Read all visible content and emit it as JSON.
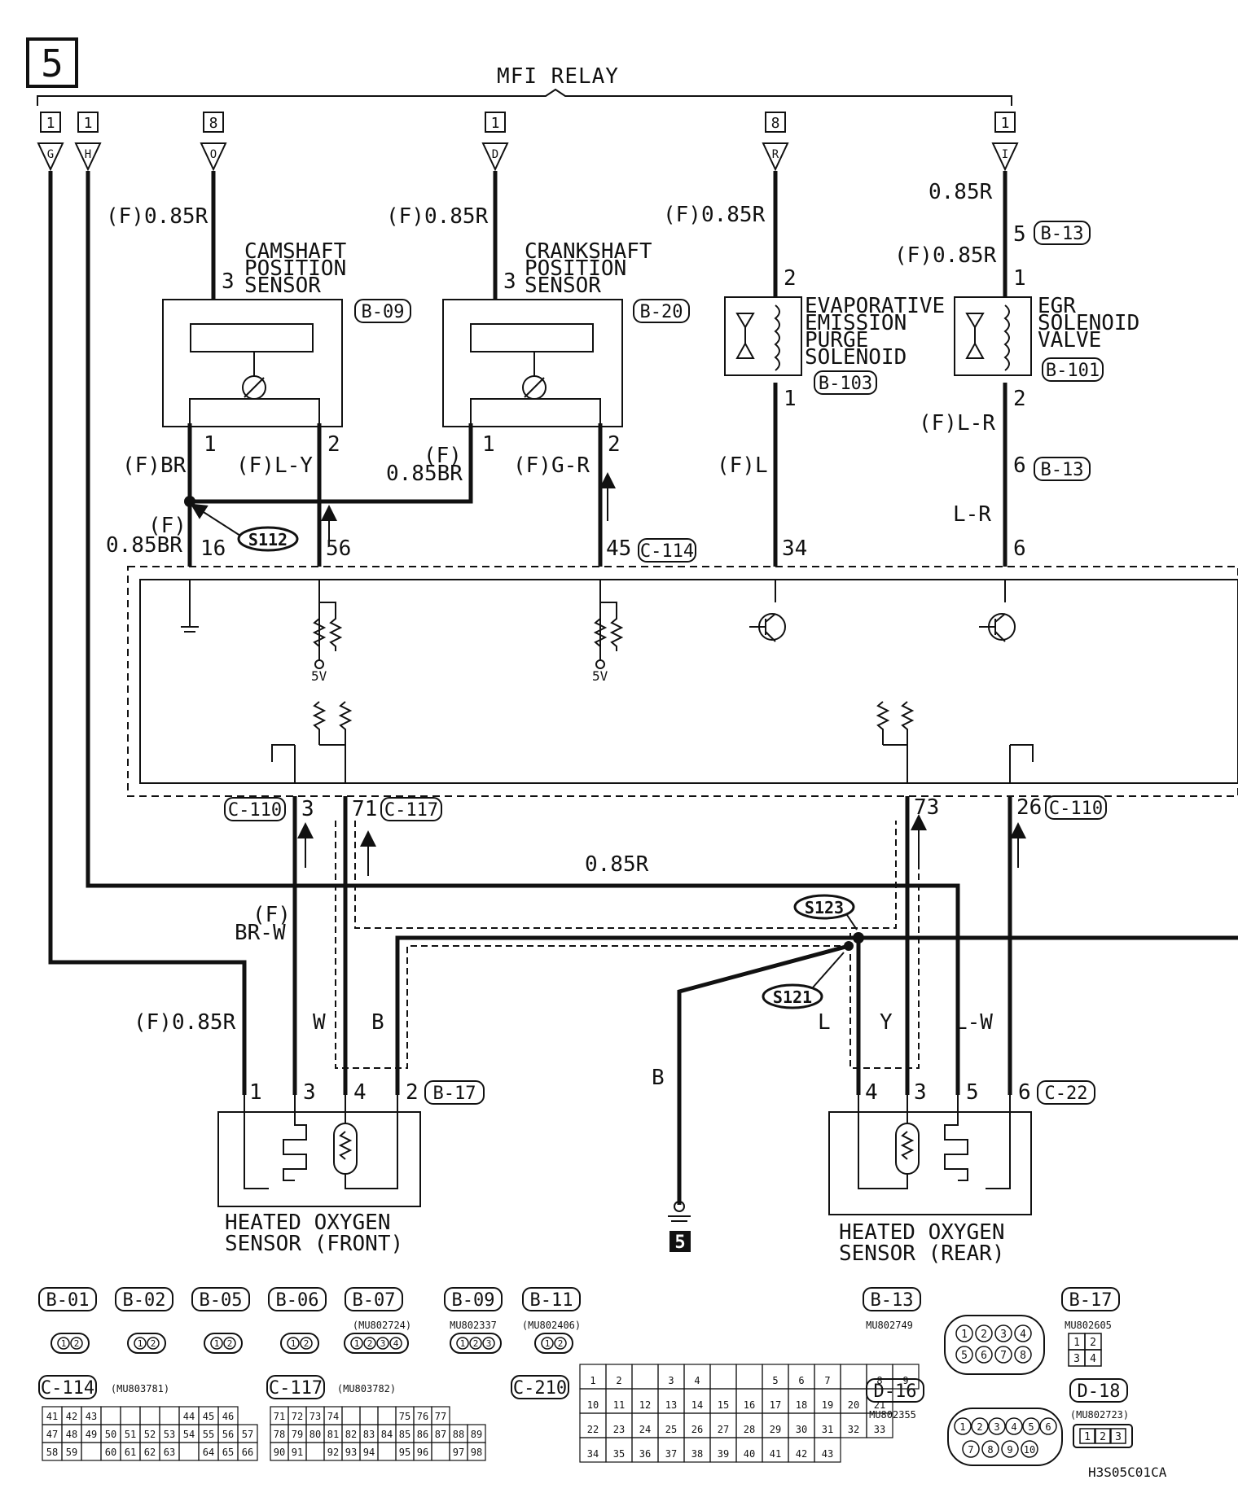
{
  "page_number": "5",
  "title": "MFI RELAY",
  "drawing_code": "H3S05C01CA",
  "ground_page": "5",
  "relay_pins": [
    {
      "id": "G",
      "ref": "1"
    },
    {
      "id": "H",
      "ref": "1"
    },
    {
      "id": "O",
      "ref": "8"
    },
    {
      "id": "D",
      "ref": "1"
    },
    {
      "id": "R",
      "ref": "8"
    },
    {
      "id": "I",
      "ref": "1"
    }
  ],
  "components": {
    "camshaft": {
      "name": [
        "CAMSHAFT",
        "POSITION",
        "SENSOR"
      ],
      "connector": "B-09",
      "pins": [
        "3",
        "1",
        "2"
      ]
    },
    "crankshaft": {
      "name": [
        "CRANKSHAFT",
        "POSITION",
        "SENSOR"
      ],
      "connector": "B-20",
      "pins": [
        "3",
        "1",
        "2"
      ]
    },
    "evap": {
      "name": [
        "EVAPORATIVE",
        "EMISSION",
        "PURGE",
        "SOLENOID"
      ],
      "connector": "B-103",
      "pins": [
        "2",
        "1"
      ]
    },
    "egr": {
      "name": [
        "EGR",
        "SOLENOID",
        "VALVE"
      ],
      "connector": "B-101",
      "pins": [
        "1",
        "2"
      ]
    },
    "o2_front": {
      "name": [
        "HEATED OXYGEN",
        "SENSOR (FRONT)"
      ],
      "connector": "B-17",
      "pins": [
        "1",
        "3",
        "4",
        "2"
      ]
    },
    "o2_rear": {
      "name": [
        "HEATED OXYGEN",
        "SENSOR (REAR)"
      ],
      "connector": "C-22",
      "pins": [
        "4",
        "3",
        "5",
        "6"
      ]
    }
  },
  "wires": {
    "cam_supply": "(F)0.85R",
    "crank_supply": "(F)0.85R",
    "evap_supply": "(F)0.85R",
    "egr_top": "0.85R",
    "egr_supply": "(F)0.85R",
    "cam_1": "(F)BR",
    "cam_2": "(F)L-Y",
    "crank_1a": "(F)",
    "crank_1b": "0.85BR",
    "crank_2": "(F)G-R",
    "evap_out": "(F)L",
    "egr_out": "(F)L-R",
    "egr_out2": "L-R",
    "br_a": "(F)",
    "br_b": "0.85BR",
    "heater_feed": "0.85R",
    "brw_a": "(F)",
    "brw_b": "BR-W",
    "front_1": "(F)0.85R",
    "front_w": "W",
    "front_b": "B",
    "rear_l": "L",
    "rear_y": "Y",
    "rear_lw": "L-W",
    "ground_b": "B"
  },
  "splices": [
    "S112",
    "S123",
    "S121"
  ],
  "b13": {
    "label": "B-13",
    "pin_top": "5",
    "pin_bottom": "6"
  },
  "ecm_pins": {
    "p16": "16",
    "p56": "56",
    "p45": "45",
    "p34": "34",
    "p6": "6",
    "p3": "3",
    "p71": "71",
    "p73": "73",
    "p26": "26"
  },
  "ecm_conn": {
    "c114": "C-114",
    "c117": "C-117",
    "c110a": "C-110",
    "c110b": "C-110"
  },
  "ecm_internal": {
    "v1": "5V",
    "v2": "5V"
  },
  "legend": {
    "small": [
      {
        "label": "B-01",
        "part": ""
      },
      {
        "label": "B-02",
        "part": ""
      },
      {
        "label": "B-05",
        "part": ""
      },
      {
        "label": "B-06",
        "part": ""
      },
      {
        "label": "B-07",
        "part": "(MU802724)"
      },
      {
        "label": "B-09",
        "part": "MU802337"
      },
      {
        "label": "B-11",
        "part": "(MU802406)"
      }
    ],
    "c114": {
      "label": "C-114",
      "part": "(MU803781)",
      "rows": [
        [
          "41",
          "42",
          "43",
          "",
          "",
          "",
          "",
          "44",
          "45",
          "46"
        ],
        [
          "47",
          "48",
          "49",
          "50",
          "51",
          "52",
          "53",
          "54",
          "55",
          "56",
          "57"
        ],
        [
          "58",
          "59",
          "",
          "60",
          "61",
          "62",
          "63",
          "",
          "64",
          "65",
          "66"
        ]
      ]
    },
    "c117": {
      "label": "C-117",
      "part": "(MU803782)",
      "rows": [
        [
          "71",
          "72",
          "73",
          "74",
          "",
          "",
          "",
          "75",
          "76",
          "77"
        ],
        [
          "78",
          "79",
          "80",
          "81",
          "82",
          "83",
          "84",
          "85",
          "86",
          "87",
          "88",
          "89"
        ],
        [
          "90",
          "91",
          "",
          "92",
          "93",
          "94",
          "",
          "95",
          "96",
          "",
          "97",
          "98"
        ]
      ]
    },
    "c210": {
      "label": "C-210",
      "rows": [
        [
          "1",
          "2",
          "",
          "3",
          "4",
          "",
          "",
          "5",
          "6",
          "7",
          "",
          "8",
          "9"
        ],
        [
          "10",
          "11",
          "12",
          "13",
          "14",
          "15",
          "16",
          "17",
          "18",
          "19",
          "20",
          "21"
        ],
        [
          "22",
          "23",
          "24",
          "25",
          "26",
          "27",
          "28",
          "29",
          "30",
          "31",
          "32",
          "33"
        ],
        [
          "34",
          "35",
          "36",
          "37",
          "38",
          "39",
          "40",
          "41",
          "42",
          "43"
        ]
      ]
    },
    "b13": {
      "label": "B-13",
      "part": "MU802749",
      "pins": [
        "1",
        "2",
        "3",
        "4",
        "5",
        "6",
        "7",
        "8"
      ]
    },
    "b17": {
      "label": "B-17",
      "part": "MU802605",
      "pins": [
        "1",
        "2",
        "3",
        "4"
      ]
    },
    "d16": {
      "label": "D-16",
      "part": "MU802355",
      "pins": [
        "1",
        "2",
        "3",
        "4",
        "5",
        "6",
        "7",
        "8",
        "9",
        "10"
      ]
    },
    "d18": {
      "label": "D-18",
      "part": "(MU802723)",
      "pins": [
        "1",
        "2",
        "3"
      ]
    }
  }
}
